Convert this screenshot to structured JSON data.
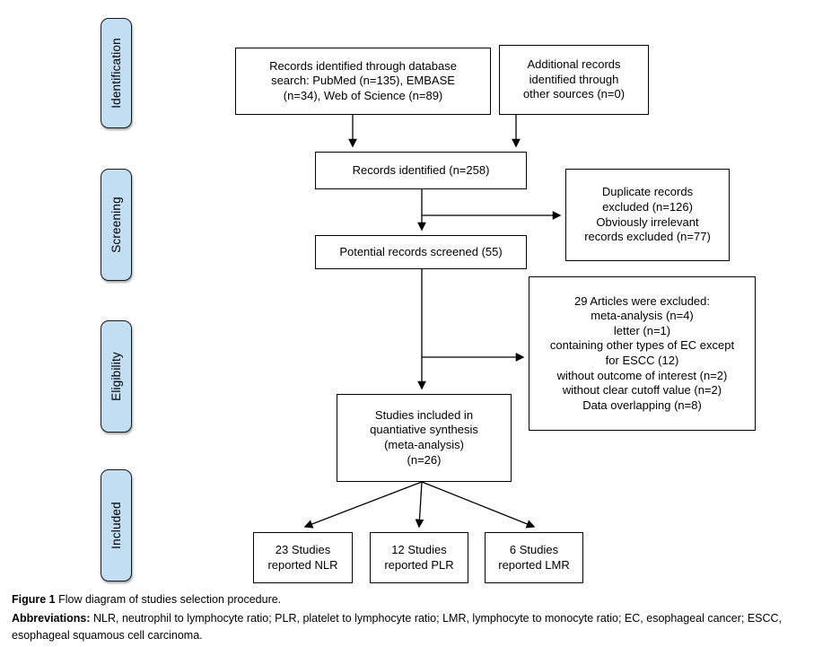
{
  "colors": {
    "stage_fill": "#c1def2",
    "box_border": "#000000",
    "arrow": "#000000",
    "background": "#ffffff"
  },
  "stages": [
    {
      "label": "Identification"
    },
    {
      "label": "Screening"
    },
    {
      "label": "Eligibility"
    },
    {
      "label": "Included"
    }
  ],
  "boxes": {
    "db_search": {
      "lines": [
        "Records identified through database",
        "search: PubMed (n=135), EMBASE",
        "(n=34), Web of Science (n=89)"
      ]
    },
    "other_sources": {
      "lines": [
        "Additional records",
        "identified through",
        "other sources (n=0)"
      ]
    },
    "records_identified": {
      "lines": [
        "Records identified (n=258)"
      ]
    },
    "duplicates_excluded": {
      "lines": [
        "Duplicate records",
        "excluded (n=126)",
        "Obviously irrelevant",
        "records excluded (n=77)"
      ]
    },
    "records_screened": {
      "lines": [
        "Potential records screened (55)"
      ]
    },
    "articles_excluded": {
      "lines": [
        "29 Articles were excluded:",
        "meta-analysis (n=4)",
        "letter (n=1)",
        "containing other types of EC except",
        "for ESCC (12)",
        "without outcome of interest (n=2)",
        "without clear cutoff value (n=2)",
        "Data overlapping (n=8)"
      ]
    },
    "studies_included": {
      "lines": [
        "Studies included in",
        "quantiative synthesis",
        "(meta-analysis)",
        "(n=26)"
      ]
    },
    "nlr": {
      "lines": [
        "23 Studies",
        "reported NLR"
      ]
    },
    "plr": {
      "lines": [
        "12 Studies",
        "reported PLR"
      ]
    },
    "lmr": {
      "lines": [
        "6 Studies",
        "reported LMR"
      ]
    }
  },
  "figure": {
    "caption_label": "Figure 1",
    "caption_text": "Flow diagram of studies selection procedure.",
    "abbrev_label": "Abbreviations:",
    "abbrev_text": "NLR, neutrophil to lymphocyte ratio; PLR, platelet to lymphocyte ratio; LMR, lymphocyte to monocyte ratio; EC, esophageal cancer; ESCC, esophageal squamous cell carcinoma."
  }
}
